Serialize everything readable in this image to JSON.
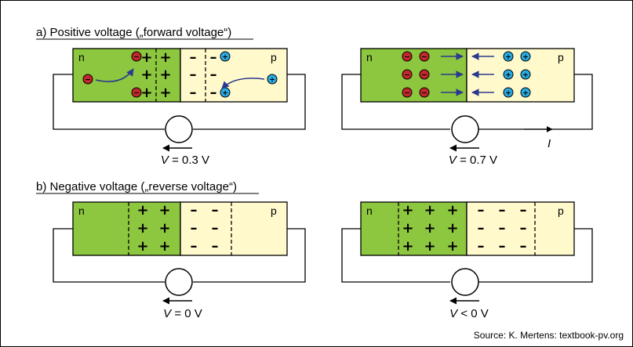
{
  "section_a_title": "a) Positive voltage („forward voltage“)",
  "section_b_title": "b) Negative voltage („reverse voltage“)",
  "source": "Source: K. Mertens: textbook-pv.org",
  "label_n": "n",
  "label_p": "p",
  "current_label": "I",
  "colors": {
    "n_region": "#8dc63f",
    "p_region": "#fff9cc",
    "electron": "#c0272d",
    "hole": "#29abe2",
    "arrow": "#2b3a8f"
  },
  "diagrams": {
    "a1": {
      "voltage": "= 0.3 V",
      "var": "V"
    },
    "a2": {
      "voltage": "= 0.7 V",
      "var": "V"
    },
    "b1": {
      "voltage": "= 0 V",
      "var": "V"
    },
    "b2": {
      "voltage": "< 0 V",
      "var": "V"
    }
  },
  "glyphs": {
    "plus": "+",
    "minus": "–",
    "electron": "−",
    "hole": "+"
  }
}
